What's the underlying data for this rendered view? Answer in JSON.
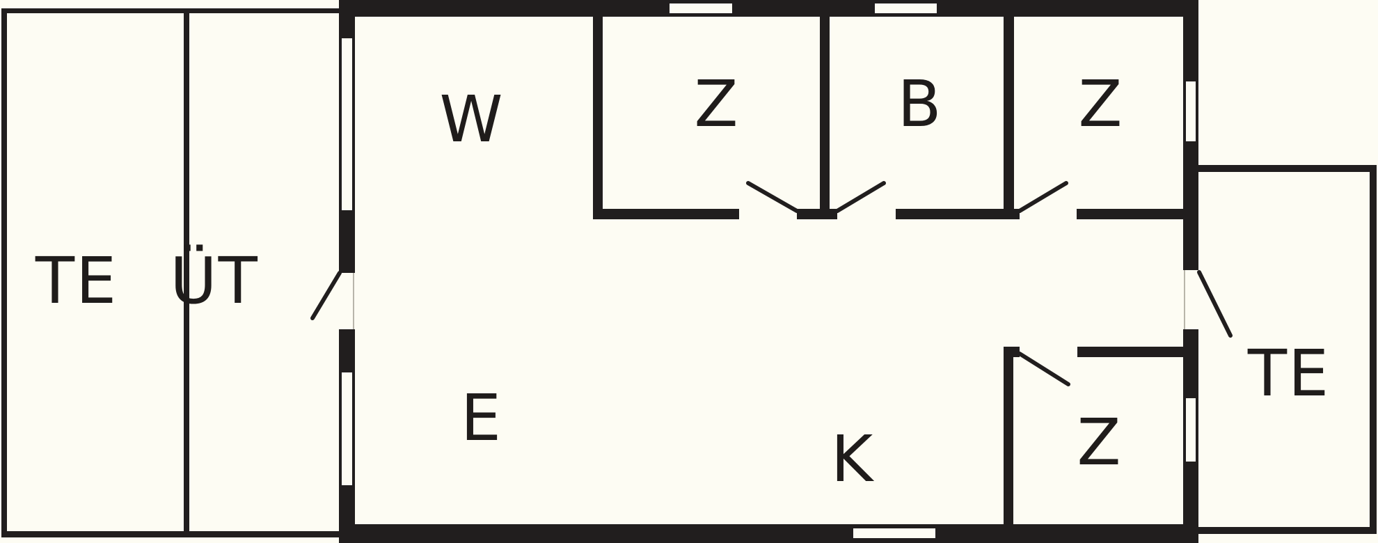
{
  "plan": {
    "title": "floor-plan",
    "colors": {
      "background": "#fdfcf3",
      "wall": "#211e1e",
      "label": "#1f1c1b"
    },
    "rooms": {
      "te_left": {
        "label": "TE"
      },
      "ut": {
        "label": "ÜT"
      },
      "w": {
        "label": "W"
      },
      "z_top_1": {
        "label": "Z"
      },
      "b": {
        "label": "B"
      },
      "z_top_2": {
        "label": "Z"
      },
      "e": {
        "label": "E"
      },
      "k": {
        "label": "K"
      },
      "z_bottom": {
        "label": "Z"
      },
      "te_right": {
        "label": "TE"
      }
    }
  }
}
